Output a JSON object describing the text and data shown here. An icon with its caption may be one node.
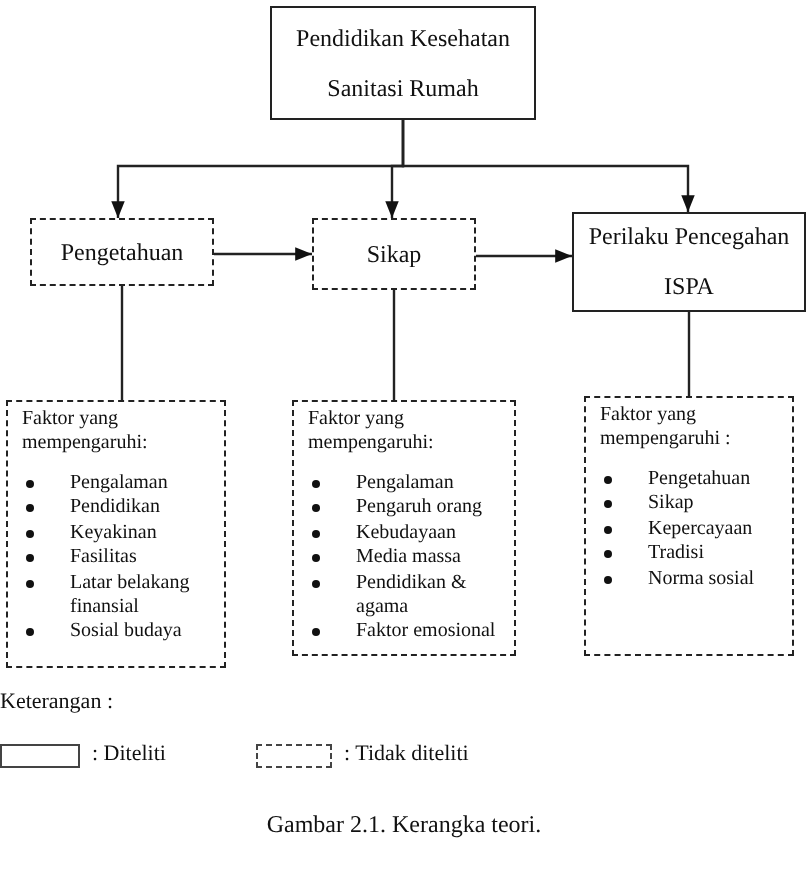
{
  "diagram": {
    "caption": "Gambar 2.1. Kerangka teori.",
    "nodes": [
      {
        "text": [
          "Pendidikan Kesehatan Sanitasi Rumah"
        ]
      },
      {
        "text": [
          "Pengetahuan"
        ]
      },
      {
        "text": [
          "Sikap"
        ]
      },
      {
        "text": [
          "Perilaku Pencegahan ISPA"
        ]
      },
      {
        "text": [
          "Faktor yang mempengaruhi:",
          "Pengalaman",
          "Pendidikan",
          "Keyakinan",
          "Fasilitas",
          "Latar belakang finansial",
          "Sosial budaya"
        ]
      },
      {
        "text": [
          "Faktor yang mempengaruhi:",
          "Pengalaman",
          "Pengaruh orang",
          "Kebudayaan",
          "Media massa",
          "Pendidikan & agama",
          "Faktor emosional"
        ]
      },
      {
        "text": [
          "Faktor yang mempengaruhi :",
          "Pengetahuan",
          "Sikap",
          "Kepercayaan",
          "Tradisi",
          "Norma sosial"
        ]
      }
    ],
    "edges": [
      {
        "from": 0,
        "to": 1,
        "arrow": "to"
      },
      {
        "from": 0,
        "to": 2,
        "arrow": "to"
      },
      {
        "from": 0,
        "to": 3,
        "arrow": "to"
      },
      {
        "from": 1,
        "to": 2,
        "arrow": "to"
      },
      {
        "from": 2,
        "to": 3,
        "arrow": "to"
      },
      {
        "from": 1,
        "to": 4,
        "arrow": "none"
      },
      {
        "from": 2,
        "to": 5,
        "arrow": "none"
      },
      {
        "from": 3,
        "to": 6,
        "arrow": "none"
      }
    ],
    "labels": [
      "Keterangan :"
    ],
    "legend": [
      {
        "text": ": Diteliti"
      },
      {
        "text": ": Tidak diteliti"
      }
    ]
  }
}
